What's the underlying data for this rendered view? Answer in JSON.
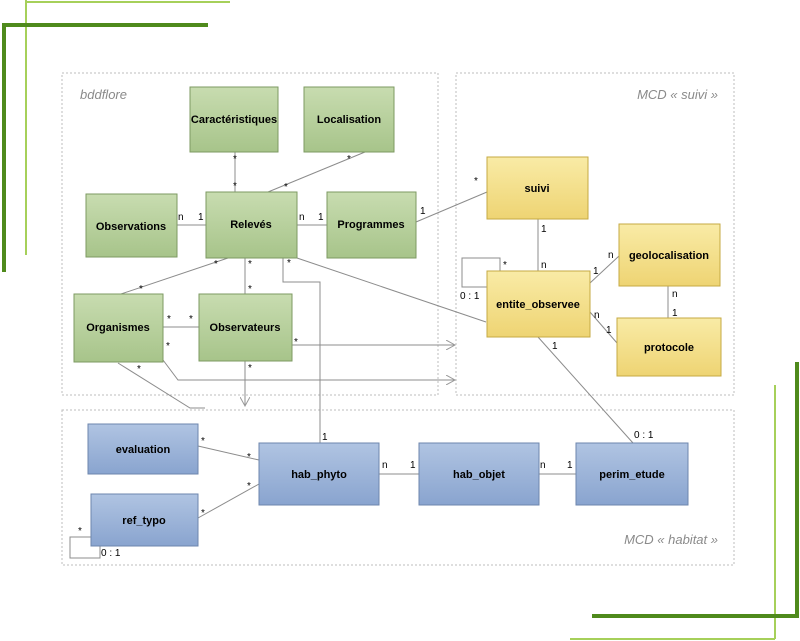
{
  "colors": {
    "accent_dark": "#4f8a1c",
    "accent_light": "#a6d05a",
    "green_fill": "#b7cf9a",
    "green_stroke": "#7d9a62",
    "yellow_fill": "#f4e18c",
    "yellow_stroke": "#c5aa43",
    "blue_fill": "#9db5d9",
    "blue_stroke": "#6d86ad",
    "line": "#8c8c8c",
    "group_border": "#bdbdbd"
  },
  "groups": {
    "bddflore": "bddflore",
    "suivi": "MCD « suivi »",
    "habitat": "MCD « habitat »"
  },
  "entities": {
    "caracteristiques": "Caractéristiques",
    "localisation": "Localisation",
    "observations": "Observations",
    "releves": "Relevés",
    "programmes": "Programmes",
    "organismes": "Organismes",
    "observateurs": "Observateurs",
    "suivi": "suivi",
    "entite_observee": "entite_observee",
    "geolocalisation": "geolocalisation",
    "protocole": "protocole",
    "evaluation": "evaluation",
    "ref_typo": "ref_typo",
    "hab_phyto": "hab_phyto",
    "hab_objet": "hab_objet",
    "perim_etude": "perim_etude"
  },
  "cardinalities": {
    "car_releves_car": "*",
    "car_releves_rel": "*",
    "loc_releves_loc": "*",
    "loc_releves_rel": "*",
    "obs_releves_obs": "n",
    "obs_releves_rel": "1",
    "rel_prog_rel": "n",
    "rel_prog_prog": "1",
    "rel_org_rel": "*",
    "rel_org_org": "*",
    "rel_obsv_rel": "*",
    "rel_obsv_obsv": "*",
    "org_obsv_org": "*",
    "org_obsv_obsv": "*",
    "rel_habphyto_rel": "*",
    "rel_habphyto_hab": "1",
    "prog_suivi_prog": "1",
    "prog_suivi_suivi": "*",
    "suivi_ent_suivi": "1",
    "suivi_ent_ent": "n",
    "ent_self_a": "*",
    "ent_self_b": "0 : 1",
    "ent_geo_ent": "1",
    "ent_geo_geo": "n",
    "ent_proto_ent": "n",
    "ent_proto_proto": "1",
    "geo_proto_geo": "n",
    "geo_proto_proto": "1",
    "ent_perim_ent": "1",
    "ent_perim_perim": "0 : 1",
    "obsv_arrow": "*",
    "org_arrow_a": "*",
    "org_arrow_b": "*",
    "obsv_down": "*",
    "eval_hab_eval": "*",
    "eval_hab_hab": "*",
    "ref_hab_ref": "*",
    "ref_hab_hab": "*",
    "ref_self_a": "*",
    "ref_self_b": "0 : 1",
    "hab_obj_hab": "n",
    "hab_obj_obj": "1",
    "obj_perim_obj": "n",
    "obj_perim_perim": "1"
  }
}
